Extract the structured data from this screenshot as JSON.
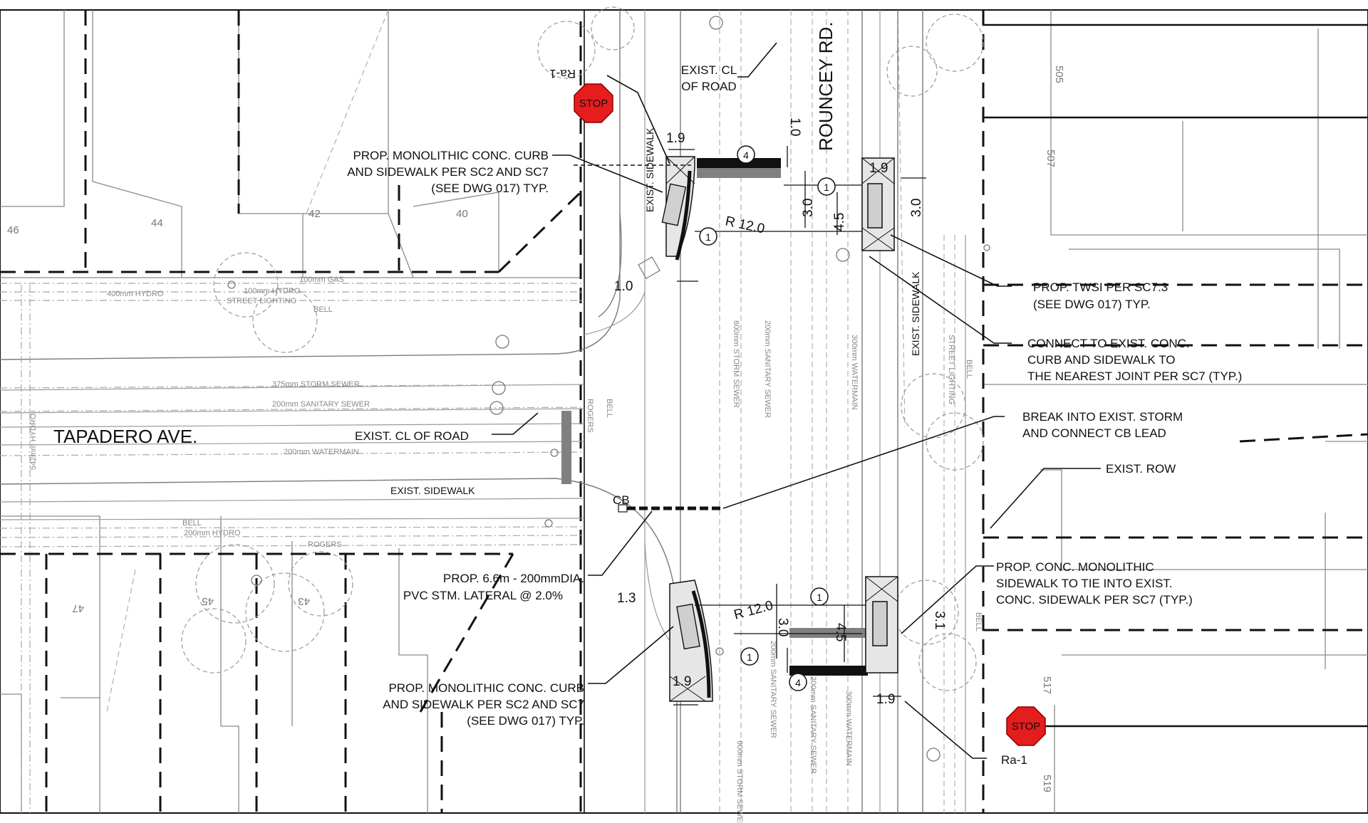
{
  "streets": {
    "tapadero": "TAPADERO AVE.",
    "rouncey": "ROUNCEY RD."
  },
  "lots": [
    "46",
    "44",
    "42",
    "40",
    "47",
    "45",
    "43",
    "505",
    "507",
    "517",
    "519"
  ],
  "callouts": {
    "curb_sidewalk_nw": [
      "PROP. MONOLITHIC CONC. CURB",
      "AND SIDEWALK PER SC2 AND SC7",
      "(SEE DWG 017) TYP."
    ],
    "curb_sidewalk_sw": [
      "PROP. MONOLITHIC CONC. CURB",
      "AND SIDEWALK PER SC2 AND SC7",
      "(SEE DWG 017) TYP."
    ],
    "exist_cl_top": [
      "EXIST. CL",
      "OF ROAD"
    ],
    "exist_cl_left": "EXIST. CL OF ROAD",
    "twsi": [
      "PROP. TWSI PER SC7.3",
      "(SEE DWG 017) TYP."
    ],
    "connect": [
      "CONNECT TO EXIST. CONC.",
      "CURB AND SIDEWALK TO",
      "THE NEAREST JOINT PER SC7 (TYP.)"
    ],
    "break_storm": [
      "BREAK INTO EXIST. STORM",
      "AND CONNECT CB LEAD"
    ],
    "exist_row": "EXIST. ROW",
    "lateral": [
      "PROP. 6.6m - 200mmDIA.",
      "PVC STM. LATERAL @ 2.0%"
    ],
    "conc_monolithic": [
      "PROP. CONC. MONOLITHIC",
      "SIDEWALK TO TIE INTO EXIST.",
      "CONC. SIDEWALK PER SC7 (TYP.)"
    ],
    "ra1_top": "Ra-1",
    "ra1_bottom": "Ra-1",
    "cb": "CB",
    "exist_sidewalk_h": "EXIST. SIDEWALK",
    "exist_sidewalk_v1": "EXIST. SIDEWALK",
    "exist_sidewalk_v2": "EXIST. SIDEWALK"
  },
  "dimensions": {
    "d_1_9_a": "1.9",
    "d_1_9_b": "1.9",
    "d_1_9_c": "1.9",
    "d_1_9_d": "1.9",
    "d_1_0_a": "1.0",
    "d_1_0_b": "1.0",
    "d_3_0_a": "3.0",
    "d_3_0_b": "3.0",
    "d_3_0_c": "3.0",
    "d_4_5_a": "4.5",
    "d_4_5_b": "4.5",
    "d_1_3": "1.3",
    "d_3_1": "3.1",
    "r_12_a": "R 12.0",
    "r_12_b": "R 12.0"
  },
  "markers": {
    "m1": "1",
    "m4": "4"
  },
  "utilities": {
    "storm375": "375mm STORM SEWER",
    "san200": "200mm SANITARY SEWER",
    "wm200": "200mm WATERMAIN",
    "gas": "100mm GAS",
    "hydro100": "100mm HYDRO",
    "hydro400": "400mm HYDRO",
    "street_lighting": "STREET LIGHTING",
    "bell": "BELL",
    "rogers": "ROGERS",
    "storm600": "600mm STORM SEWER",
    "san200v": "200mm SANITARY SEWER",
    "wm300": "300mm WATERMAIN",
    "hydro542": "542mm HYDRO",
    "hydro200": "200mm HYDRO"
  },
  "stop": "STOP",
  "colors": {
    "stop_fill": "#e51d1d",
    "ink": "#111111",
    "light_line": "#8a8a8a",
    "proposed_gray": "#808080"
  }
}
